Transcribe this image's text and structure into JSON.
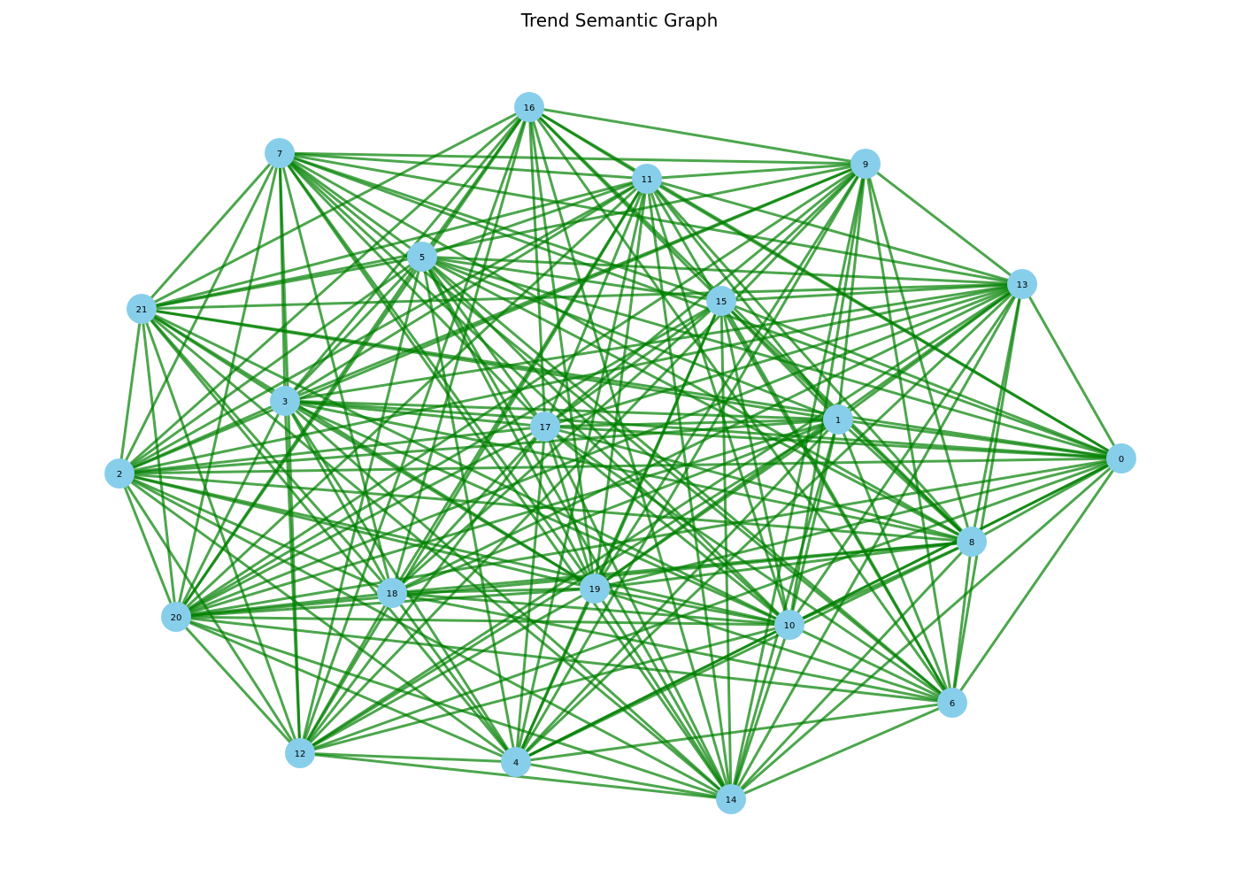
{
  "title": "Trend Semantic Graph",
  "colors": {
    "edge": "#008000",
    "node": "#87ceeb",
    "label": "#000000",
    "background": "#ffffff"
  },
  "nodes": [
    "0",
    "1",
    "2",
    "3",
    "4",
    "5",
    "6",
    "7",
    "8",
    "9",
    "10",
    "11",
    "12",
    "13",
    "14",
    "15",
    "16",
    "17",
    "18",
    "19",
    "20",
    "21"
  ],
  "note_edges": "Dense green network with edges between nearly all node pairs"
}
